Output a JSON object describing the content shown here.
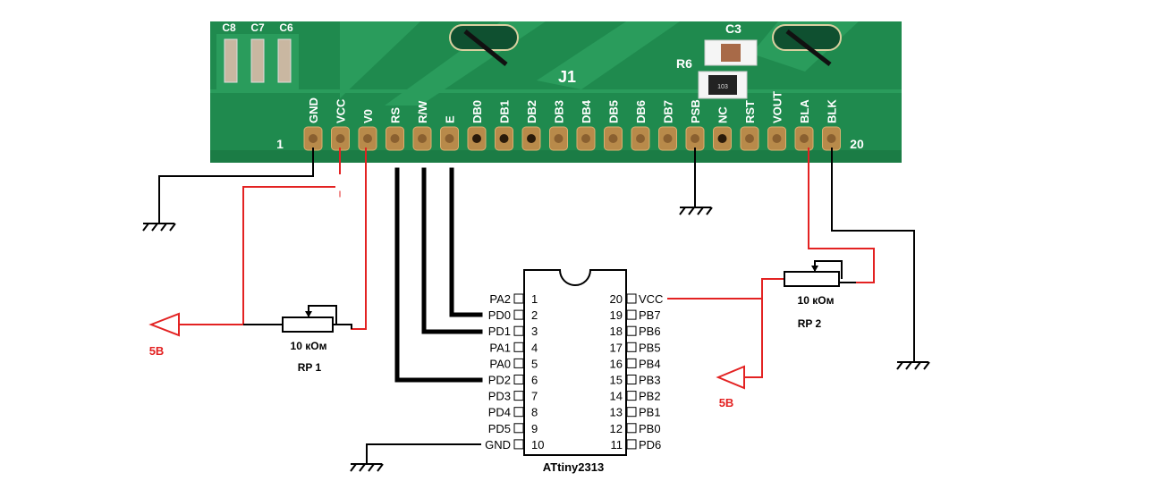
{
  "pcb": {
    "connector_label": "J1",
    "pin_first": "1",
    "pin_last": "20",
    "pin_labels": [
      "GND",
      "VCC",
      "V0",
      "RS",
      "R/W",
      "E",
      "DB0",
      "DB1",
      "DB2",
      "DB3",
      "DB4",
      "DB5",
      "DB6",
      "DB7",
      "PSB",
      "NC",
      "RST",
      "VOUT",
      "BLA",
      "BLK"
    ],
    "cap_labels": [
      "C8",
      "C7",
      "C6"
    ],
    "c3_label": "C3",
    "r6_label": "R6",
    "r6_marking": "103"
  },
  "chip": {
    "name": "ATtiny2313",
    "left_pins": [
      {
        "num": "1",
        "name": "PA2"
      },
      {
        "num": "2",
        "name": "PD0"
      },
      {
        "num": "3",
        "name": "PD1"
      },
      {
        "num": "4",
        "name": "PA1"
      },
      {
        "num": "5",
        "name": "PA0"
      },
      {
        "num": "6",
        "name": "PD2"
      },
      {
        "num": "7",
        "name": "PD3"
      },
      {
        "num": "8",
        "name": "PD4"
      },
      {
        "num": "9",
        "name": "PD5"
      },
      {
        "num": "10",
        "name": "GND"
      }
    ],
    "right_pins": [
      {
        "num": "20",
        "name": "VCC"
      },
      {
        "num": "19",
        "name": "PB7"
      },
      {
        "num": "18",
        "name": "PB6"
      },
      {
        "num": "17",
        "name": "PB5"
      },
      {
        "num": "16",
        "name": "PB4"
      },
      {
        "num": "15",
        "name": "PB3"
      },
      {
        "num": "14",
        "name": "PB2"
      },
      {
        "num": "13",
        "name": "PB1"
      },
      {
        "num": "12",
        "name": "PB0"
      },
      {
        "num": "11",
        "name": "PD6"
      }
    ]
  },
  "rp1": {
    "value": "10 кОм",
    "name": "RP 1"
  },
  "rp2": {
    "value": "10 кОм",
    "name": "RP 2"
  },
  "supply_left": "5В",
  "supply_right": "5В",
  "colors": {
    "pcb_green": "#1f8a4e",
    "pcb_trace": "#2fa868",
    "wire_red": "#e32222",
    "wire_black": "#000000",
    "supply_red": "#e32222"
  }
}
